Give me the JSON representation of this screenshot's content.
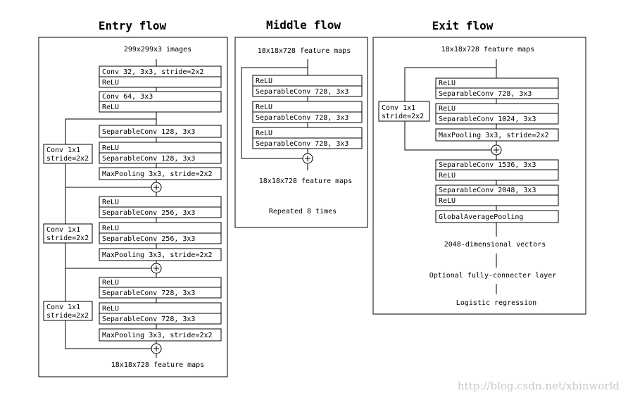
{
  "titles": {
    "entry": "Entry flow",
    "middle": "Middle flow",
    "exit": "Exit flow"
  },
  "entry": {
    "input_label": "299x299x3 images",
    "conv1": [
      "Conv 32, 3x3, stride=2x2",
      "ReLU"
    ],
    "conv2": [
      "Conv 64, 3x3",
      "ReLU"
    ],
    "block1": {
      "sep_a": "SeparableConv 128, 3x3",
      "relu_b": "ReLU",
      "sep_b": "SeparableConv 128, 3x3",
      "pool": "MaxPooling 3x3, stride=2x2",
      "skip": [
        "Conv 1x1",
        "stride=2x2"
      ]
    },
    "block2": {
      "relu_a": "ReLU",
      "sep_a": "SeparableConv 256, 3x3",
      "relu_b": "ReLU",
      "sep_b": "SeparableConv 256, 3x3",
      "pool": "MaxPooling 3x3, stride=2x2",
      "skip": [
        "Conv 1x1",
        "stride=2x2"
      ]
    },
    "block3": {
      "relu_a": "ReLU",
      "sep_a": "SeparableConv 728, 3x3",
      "relu_b": "ReLU",
      "sep_b": "SeparableConv 728, 3x3",
      "pool": "MaxPooling 3x3, stride=2x2",
      "skip": [
        "Conv 1x1",
        "stride=2x2"
      ]
    },
    "output_label": "18x18x728 feature maps"
  },
  "middle": {
    "input_label": "18x18x728 feature maps",
    "layers": [
      [
        "ReLU",
        "SeparableConv 728, 3x3"
      ],
      [
        "ReLU",
        "SeparableConv 728, 3x3"
      ],
      [
        "ReLU",
        "SeparableConv 728, 3x3"
      ]
    ],
    "output_label": "18x18x728 feature maps",
    "repeat_note": "Repeated 8 times"
  },
  "exit": {
    "input_label": "18x18x728 feature maps",
    "layers": [
      [
        "ReLU",
        "SeparableConv 728, 3x3"
      ],
      [
        "ReLU",
        "SeparableConv 1024, 3x3"
      ]
    ],
    "pool": "MaxPooling 3x3, stride=2x2",
    "skip": [
      "Conv 1x1",
      "stride=2x2"
    ],
    "post_layers": [
      [
        "SeparableConv 1536, 3x3",
        "ReLU"
      ],
      [
        "SeparableConv 2048, 3x3",
        "ReLU"
      ]
    ],
    "gap": "GlobalAveragePooling",
    "vector_label": "2048-dimensional vectors",
    "fc_label": "Optional fully-connecter layer",
    "logreg_label": "Logistic regression"
  },
  "watermark": "http://blog.csdn.net/xbinworld"
}
